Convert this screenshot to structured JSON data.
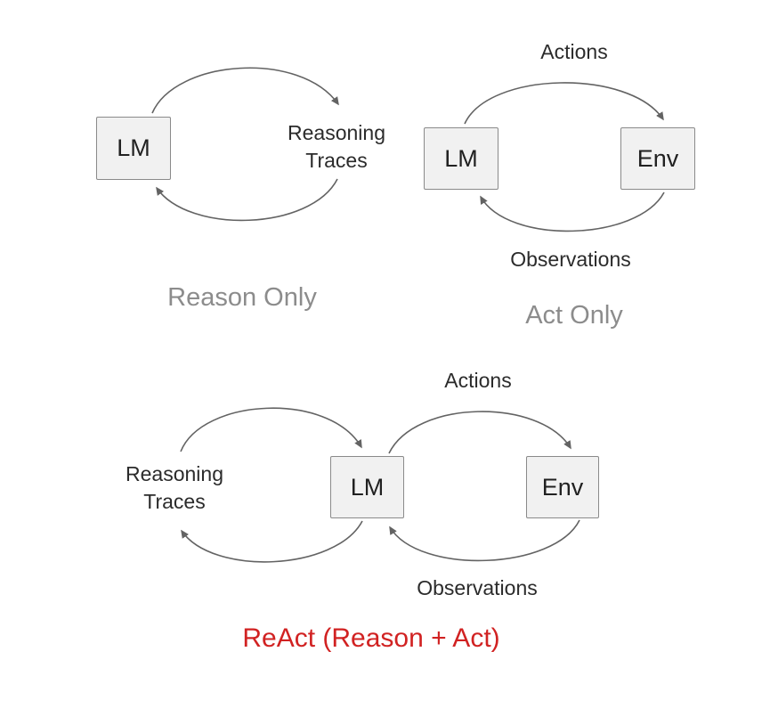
{
  "colors": {
    "box_fill": "#f1f1f1",
    "box_border": "#8a8a8a",
    "box_text": "#212121",
    "arrow": "#636363",
    "label_dark": "#2b2b2b",
    "label_gray": "#8c8c8c",
    "react_red": "#d12222",
    "page_bg": "#ffffff"
  },
  "diagrams": {
    "reason_only": {
      "lm": "LM",
      "trace_line1": "Reasoning",
      "trace_line2": "Traces",
      "caption": "Reason Only"
    },
    "act_only": {
      "lm": "LM",
      "env": "Env",
      "actions": "Actions",
      "observations": "Observations",
      "caption": "Act Only"
    },
    "react": {
      "lm": "LM",
      "env": "Env",
      "actions": "Actions",
      "observations": "Observations",
      "trace_line1": "Reasoning",
      "trace_line2": "Traces",
      "caption": "ReAct (Reason + Act)"
    }
  }
}
